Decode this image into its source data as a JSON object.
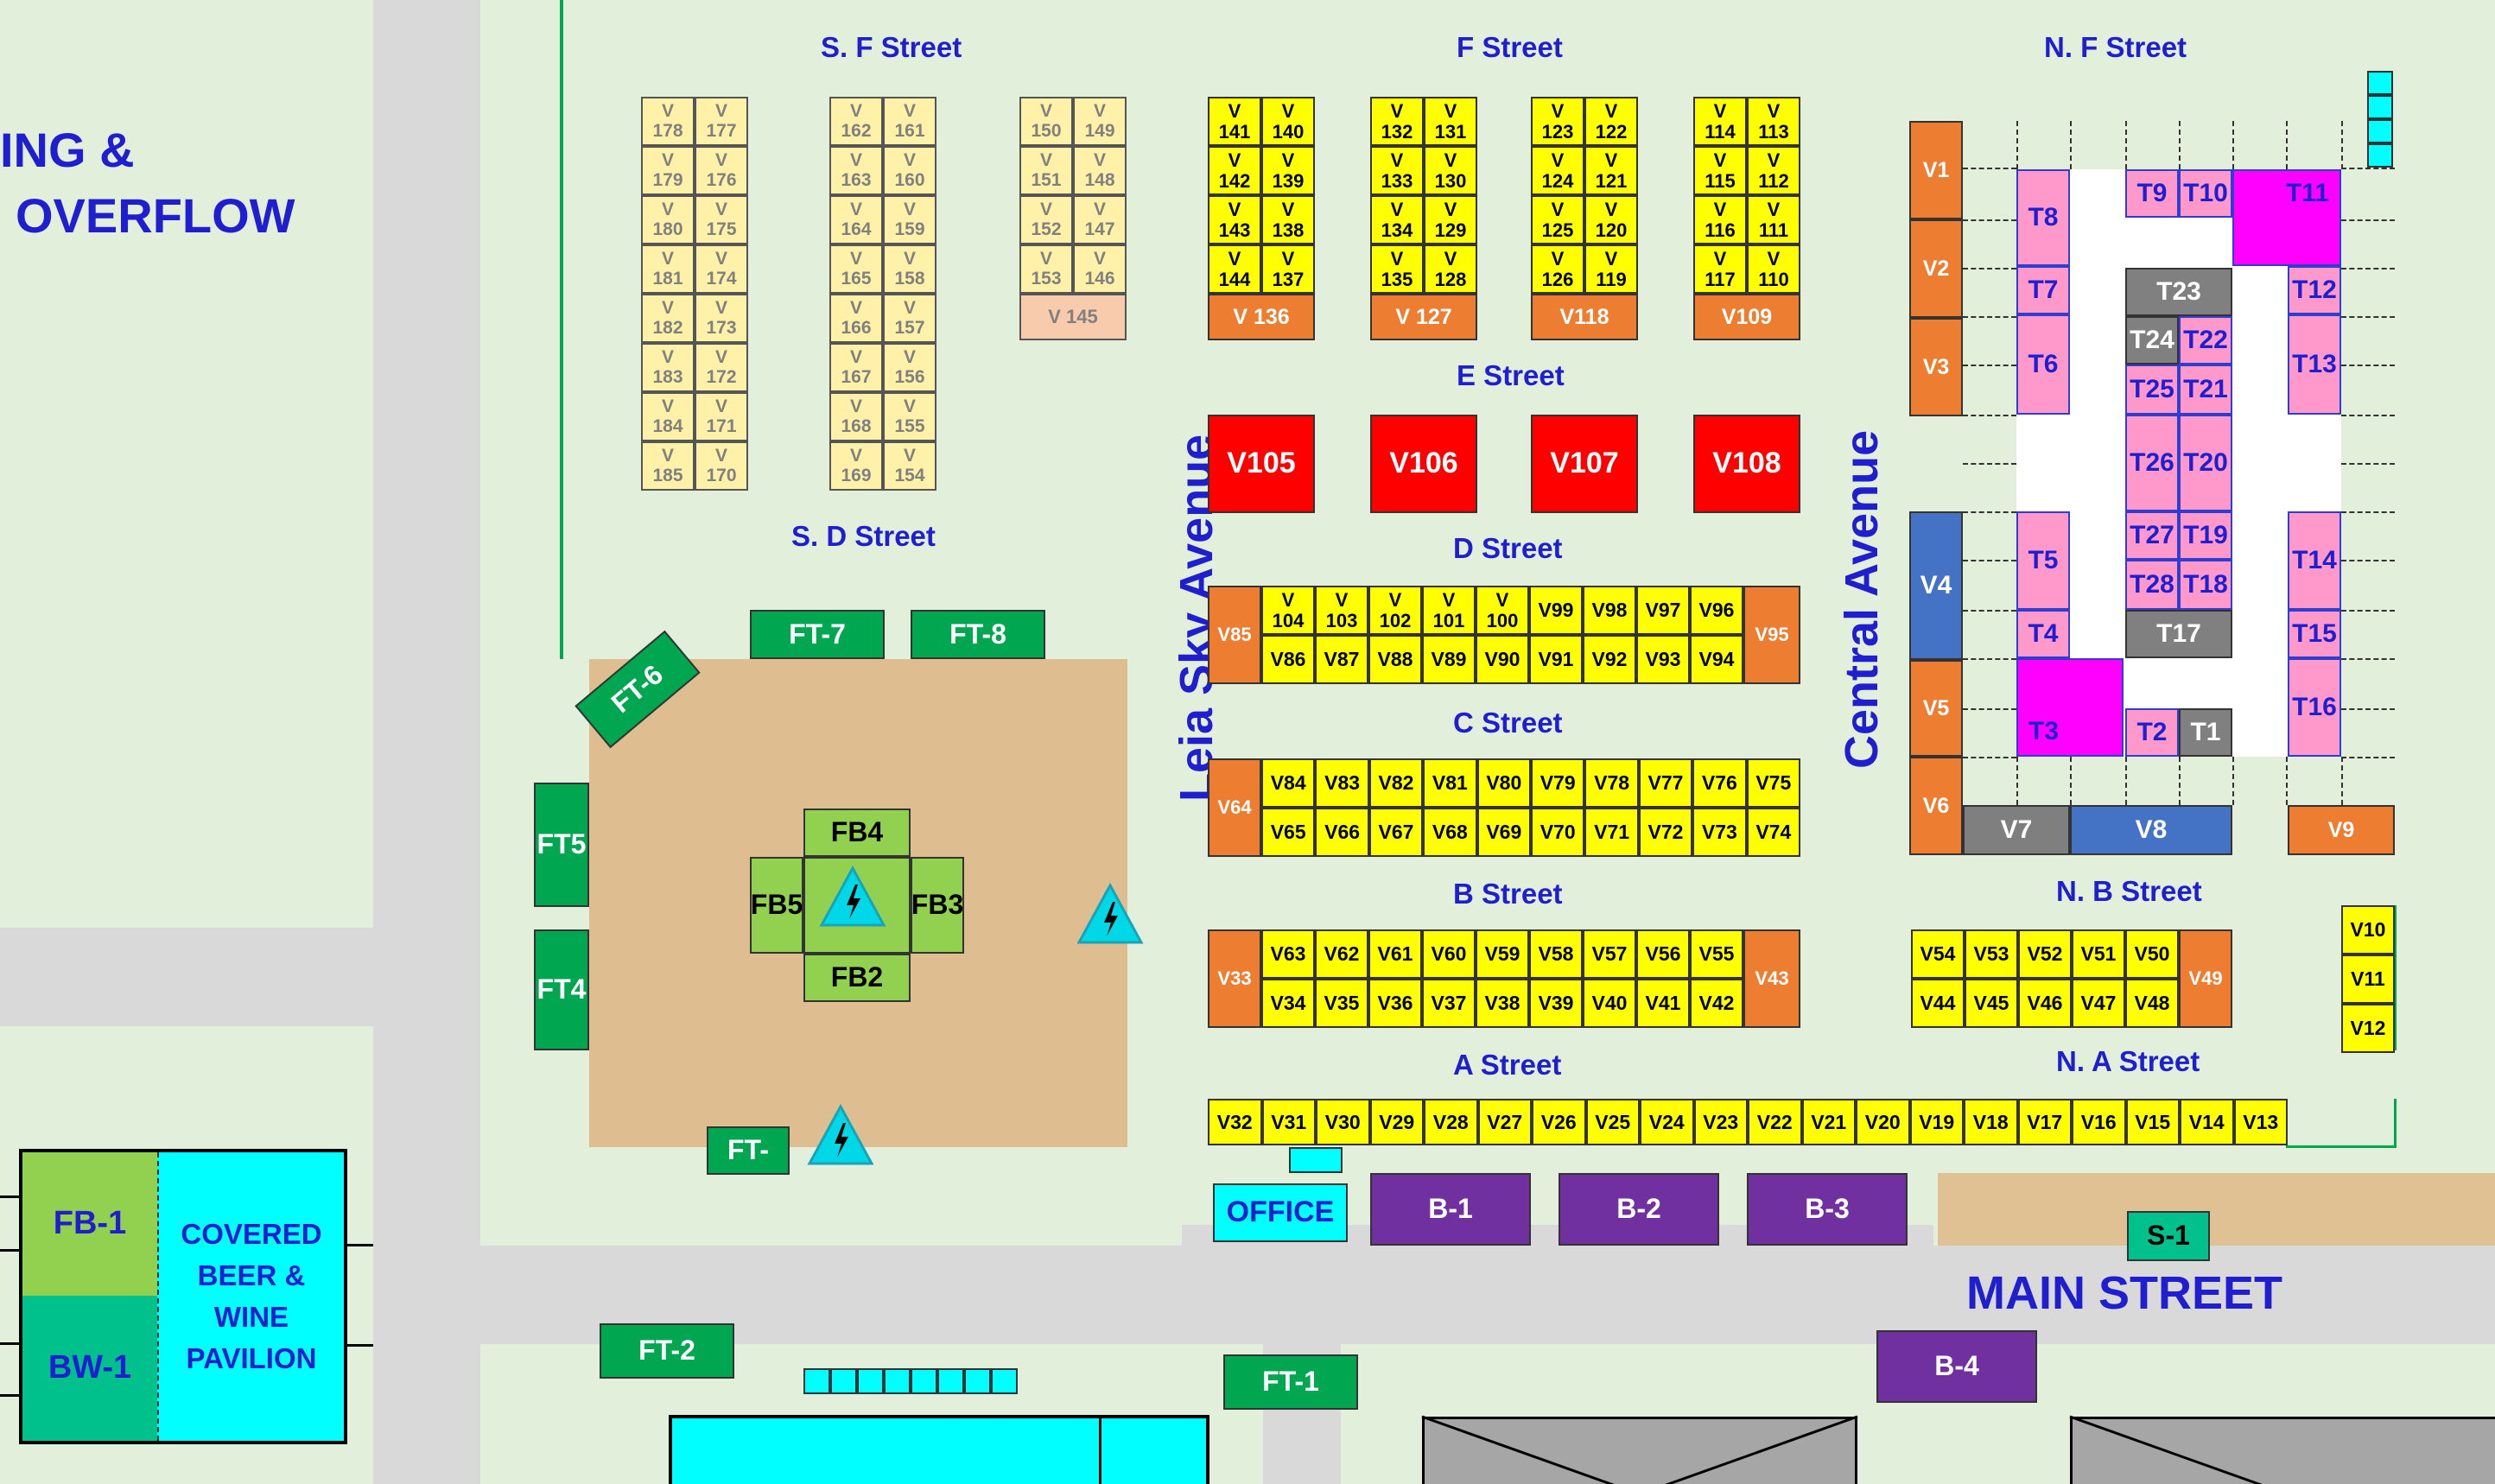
{
  "map": {
    "left_sign_1": "ING &",
    "left_sign_2": "OVERFLOW",
    "streets": {
      "s_f": "S. F Street",
      "f": "F Street",
      "n_f": "N. F Street",
      "e": "E Street",
      "s_d": "S. D Street",
      "d": "D Street",
      "c": "C Street",
      "b": "B Street",
      "n_b": "N. B Street",
      "a": "A Street",
      "n_a": "N. A Street",
      "main": "MAIN STREET",
      "leia": "Leia Sky Avenue",
      "central": "Central Avenue"
    },
    "v_mark": "V",
    "sf_blocks": [
      {
        "left": [
          "178",
          "179",
          "180",
          "181",
          "182",
          "183",
          "184",
          "185"
        ],
        "right": [
          "177",
          "176",
          "175",
          "174",
          "173",
          "172",
          "171",
          "170"
        ]
      },
      {
        "left": [
          "162",
          "163",
          "164",
          "165",
          "166",
          "167",
          "168",
          "169"
        ],
        "right": [
          "161",
          "160",
          "159",
          "158",
          "157",
          "156",
          "155",
          "154"
        ]
      },
      {
        "left": [
          "150",
          "151",
          "152",
          "153"
        ],
        "right": [
          "149",
          "148",
          "147",
          "146"
        ],
        "footer": "V 145"
      }
    ],
    "f_blocks": [
      {
        "left": [
          "141",
          "142",
          "143",
          "144"
        ],
        "right": [
          "140",
          "139",
          "138",
          "137"
        ],
        "footer": "V 136"
      },
      {
        "left": [
          "132",
          "133",
          "134",
          "135"
        ],
        "right": [
          "131",
          "130",
          "129",
          "128"
        ],
        "footer": "V 127"
      },
      {
        "left": [
          "123",
          "124",
          "125",
          "126"
        ],
        "right": [
          "122",
          "121",
          "120",
          "119"
        ],
        "footer": "V118"
      },
      {
        "left": [
          "114",
          "115",
          "116",
          "117"
        ],
        "right": [
          "113",
          "112",
          "111",
          "110"
        ],
        "footer": "V109"
      }
    ],
    "e_row": [
      "V105",
      "V106",
      "V107",
      "V108"
    ],
    "d_row": {
      "left_end": "V85",
      "top_v": [
        "104",
        "103",
        "102",
        "101",
        "100"
      ],
      "top_plain": [
        "V99",
        "V98",
        "V97",
        "V96"
      ],
      "bottom": [
        "V86",
        "V87",
        "V88",
        "V89",
        "V90",
        "V91",
        "V92",
        "V93",
        "V94"
      ],
      "right_end": "V95"
    },
    "c_row": {
      "left_end": "V64",
      "top": [
        "V84",
        "V83",
        "V82",
        "V81",
        "V80",
        "V79",
        "V78",
        "V77",
        "V76",
        "V75"
      ],
      "bottom": [
        "V65",
        "V66",
        "V67",
        "V68",
        "V69",
        "V70",
        "V71",
        "V72",
        "V73",
        "V74"
      ]
    },
    "b_row": {
      "left_end": "V33",
      "top": [
        "V63",
        "V62",
        "V61",
        "V60",
        "V59",
        "V58",
        "V57",
        "V56",
        "V55"
      ],
      "bottom": [
        "V34",
        "V35",
        "V36",
        "V37",
        "V38",
        "V39",
        "V40",
        "V41",
        "V42"
      ],
      "right_end": "V43"
    },
    "nb_row": {
      "top": [
        "V54",
        "V53",
        "V52",
        "V51",
        "V50"
      ],
      "bottom": [
        "V44",
        "V45",
        "V46",
        "V47",
        "V48"
      ],
      "right_end": "V49"
    },
    "v10_12": [
      "V10",
      "V11",
      "V12"
    ],
    "a_row": [
      "V32",
      "V31",
      "V30",
      "V29",
      "V28",
      "V27",
      "V26",
      "V25",
      "V24",
      "V23",
      "V22",
      "V21",
      "V20",
      "V19",
      "V18",
      "V17",
      "V16",
      "V15",
      "V14",
      "V13"
    ],
    "central_v": {
      "v1": "V1",
      "v2": "V2",
      "v3": "V3",
      "v4": "V4",
      "v5": "V5",
      "v6": "V6",
      "v7": "V7",
      "v8": "V8",
      "v9": "V9"
    },
    "tents": {
      "t1": "T1",
      "t2": "T2",
      "t3": "T3",
      "t4": "T4",
      "t5": "T5",
      "t6": "T6",
      "t7": "T7",
      "t8": "T8",
      "t9": "T9",
      "t10": "T10",
      "t11": "T11",
      "t12": "T12",
      "t13": "T13",
      "t14": "T14",
      "t15": "T15",
      "t16": "T16",
      "t17": "T17",
      "t18": "T18",
      "t19": "T19",
      "t20": "T20",
      "t21": "T21",
      "t22": "T22",
      "t23": "T23",
      "t24": "T24",
      "t25": "T25",
      "t26": "T26",
      "t27": "T27",
      "t28": "T28"
    },
    "food": {
      "ft1": "FT-1",
      "ft2": "FT-2",
      "ft_blank": "FT-",
      "ft4": "FT4",
      "ft5": "FT5",
      "ft6": "FT-6",
      "ft7": "FT-7",
      "ft8": "FT-8",
      "fb2": "FB2",
      "fb3": "FB3",
      "fb4": "FB4",
      "fb5": "FB5"
    },
    "buildings": {
      "b1": "B-1",
      "b2": "B-2",
      "b3": "B-3",
      "b4": "B-4",
      "s1": "S-1"
    },
    "office": "OFFICE",
    "pavilion": {
      "fb1": "FB-1",
      "bw1": "BW-1",
      "covered": "COVERED BEER & WINE PAVILION"
    }
  },
  "colors": {
    "background": "#e2efda",
    "vendor_yellow": "#ffff00",
    "vendor_orange": "#ed7d31",
    "vendor_red": "#ff0000",
    "tent_pink": "#ff99cc",
    "tent_magenta": "#ff00ff",
    "food_green": "#00a650",
    "building_purple": "#7030a0",
    "cyan": "#00ffff",
    "label_blue": "#1f1fd0"
  },
  "icons": [
    "power-warning-icon"
  ]
}
